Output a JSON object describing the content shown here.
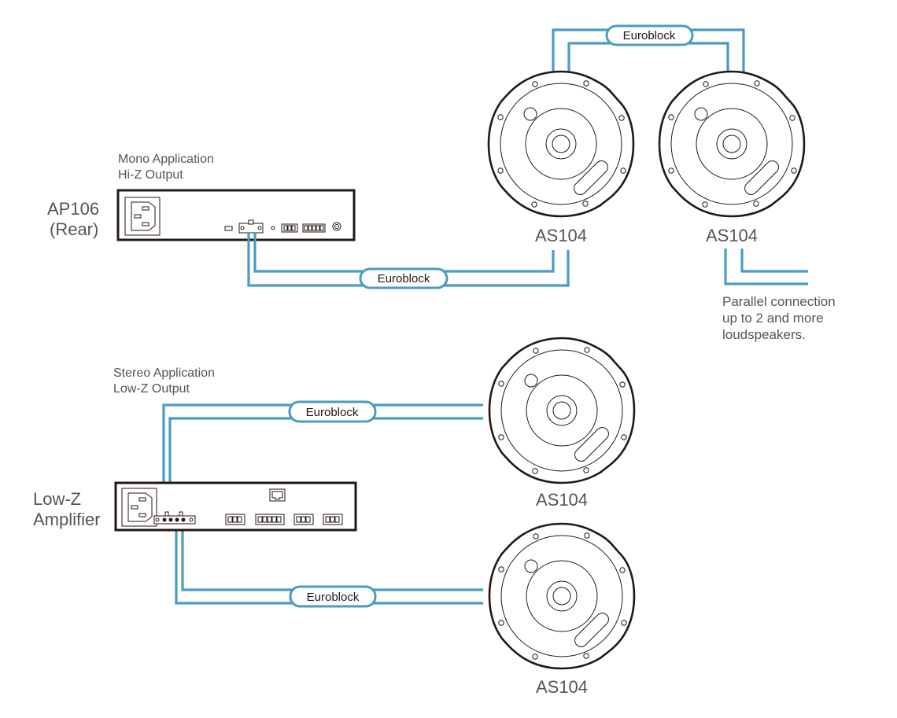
{
  "title": "AS104 loudspeaker wiring diagram",
  "colors": {
    "cable": "#4a9cc0",
    "outline": "#231815",
    "label_text": "#555555"
  },
  "cable_tag_label": "Euroblock",
  "devices": {
    "ap106": {
      "name": "AP106",
      "subtitle": "(Rear)",
      "application_line1": "Mono Application",
      "application_line2": "Hi-Z Output"
    },
    "amplifier": {
      "name": "Low-Z",
      "subtitle": "Amplifier",
      "application_line1": "Stereo Application",
      "application_line2": "Low-Z Output"
    }
  },
  "speakers": [
    {
      "label": "AS104",
      "group": "mono"
    },
    {
      "label": "AS104",
      "group": "mono"
    },
    {
      "label": "AS104",
      "group": "stereo"
    },
    {
      "label": "AS104",
      "group": "stereo"
    }
  ],
  "connections": [
    {
      "from": "AP106",
      "to": "AS104 #1",
      "label": "Euroblock"
    },
    {
      "from": "AS104 #1",
      "to": "AS104 #2",
      "label": "Euroblock"
    },
    {
      "from": "Low-Z Amplifier",
      "to": "AS104 #3",
      "label": "Euroblock"
    },
    {
      "from": "Low-Z Amplifier",
      "to": "AS104 #4",
      "label": "Euroblock"
    }
  ],
  "note": {
    "line1": "Parallel connection",
    "line2": "up to 2 and more",
    "line3": "loudspeakers."
  }
}
